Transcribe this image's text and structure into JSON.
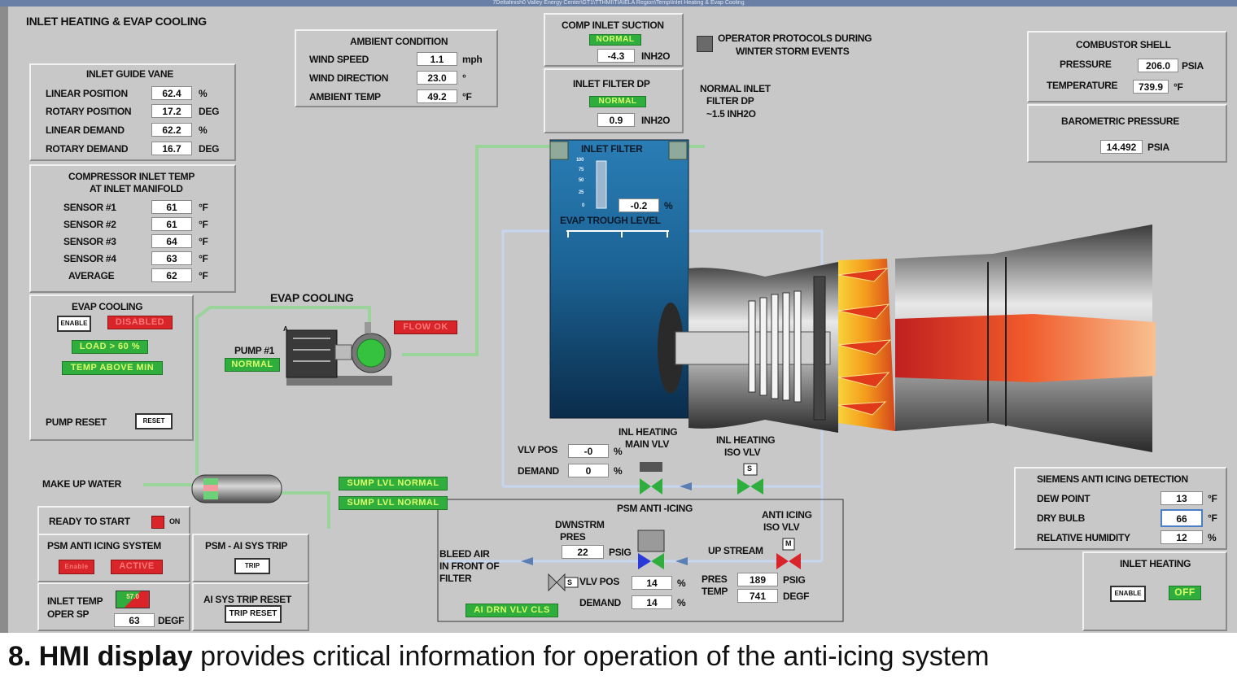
{
  "window": {
    "title": "7Deltafinish0 Valley Energy Center\\GT1\\TTHMI\\TIA\\ELA Region\\Temp\\Inlet Heating & Evap Cooling"
  },
  "header": {
    "title": "INLET HEATING & EVAP COOLING"
  },
  "inlet_guide_vane": {
    "title": "INLET GUIDE VANE",
    "rows": [
      {
        "label": "LINEAR POSITION",
        "value": "62.4",
        "unit": "%"
      },
      {
        "label": "ROTARY POSITION",
        "value": "17.2",
        "unit": "DEG"
      },
      {
        "label": "LINEAR DEMAND",
        "value": "62.2",
        "unit": "%"
      },
      {
        "label": "ROTARY DEMAND",
        "value": "16.7",
        "unit": "DEG"
      }
    ]
  },
  "compressor_inlet": {
    "title_line1": "COMPRESSOR INLET TEMP",
    "title_line2": "AT INLET MANIFOLD",
    "rows": [
      {
        "label": "SENSOR #1",
        "value": "61",
        "unit": "°F"
      },
      {
        "label": "SENSOR #2",
        "value": "61",
        "unit": "°F"
      },
      {
        "label": "SENSOR #3",
        "value": "64",
        "unit": "°F"
      },
      {
        "label": "SENSOR #4",
        "value": "63",
        "unit": "°F"
      },
      {
        "label": "AVERAGE",
        "value": "62",
        "unit": "°F"
      }
    ]
  },
  "ambient": {
    "title": "AMBIENT CONDITION",
    "rows": [
      {
        "label": "WIND SPEED",
        "value": "1.1",
        "unit": "mph"
      },
      {
        "label": "WIND DIRECTION",
        "value": "23.0",
        "unit": "°"
      },
      {
        "label": "AMBIENT TEMP",
        "value": "49.2",
        "unit": "°F"
      }
    ]
  },
  "comp_inlet_suction": {
    "title": "COMP INLET SUCTION",
    "status": "NORMAL",
    "value": "-4.3",
    "unit": "INH2O"
  },
  "inlet_filter_dp": {
    "title": "INLET FILTER DP",
    "status": "NORMAL",
    "value": "0.9",
    "unit": "INH2O"
  },
  "operator_protocols": {
    "line1": "OPERATOR PROTOCOLS DURING",
    "line2": "WINTER STORM EVENTS"
  },
  "normal_inlet": {
    "line1": "NORMAL INLET",
    "line2": "FILTER DP",
    "line3": "~1.5 INH2O"
  },
  "combustor_shell": {
    "title": "COMBUSTOR SHELL",
    "pressure_label": "PRESSURE",
    "pressure_value": "206.0",
    "pressure_unit": "PSIA",
    "temp_label": "TEMPERATURE",
    "temp_value": "739.9",
    "temp_unit": "°F"
  },
  "barometric": {
    "title": "BAROMETRIC PRESSURE",
    "value": "14.492",
    "unit": "PSIA"
  },
  "inlet_filter": {
    "title": "INLET FILTER",
    "scale": [
      "100",
      "75",
      "50",
      "25",
      "0"
    ],
    "trough_value": "-0.2",
    "trough_unit": "%",
    "trough_label": "EVAP TROUGH LEVEL"
  },
  "evap_cooling": {
    "title": "EVAP COOLING",
    "enable_label": "ENABLE",
    "disabled_label": "DISABLED",
    "load_label": "LOAD > 60 %",
    "temp_label": "TEMP ABOVE MIN",
    "pump_reset_label": "PUMP RESET",
    "reset_label": "RESET"
  },
  "evap_diagram": {
    "label": "EVAP COOLING",
    "pump_label": "PUMP #1",
    "pump_status": "NORMAL",
    "pump_tag": "A",
    "flow_status": "FLOW OK"
  },
  "makeup": {
    "label": "MAKE UP WATER",
    "sump1": "SUMP LVL NORMAL",
    "sump2": "SUMP LVL NORMAL"
  },
  "ready": {
    "label": "READY TO START",
    "on_label": "ON"
  },
  "psm_system": {
    "title": "PSM ANTI ICING SYSTEM",
    "enable_label": "Enable",
    "active_label": "ACTIVE"
  },
  "psm_trip": {
    "title": "PSM - AI SYS TRIP",
    "trip_label": "TRIP"
  },
  "inlet_temp_sp": {
    "line1": "INLET TEMP",
    "line2": "OPER SP",
    "bar_text": "57.0",
    "value": "63",
    "unit": "DEGF"
  },
  "ai_trip_reset": {
    "title": "AI SYS TRIP RESET",
    "button": "TRIP RESET"
  },
  "heating_valves": {
    "main_line1": "INL HEATING",
    "main_line2": "MAIN VLV",
    "iso_line1": "INL HEATING",
    "iso_line2": "ISO VLV",
    "vlv_pos_label": "VLV POS",
    "vlv_pos_value": "-0",
    "vlv_pos_unit": "%",
    "demand_label": "DEMAND",
    "demand_value": "0",
    "demand_unit": "%"
  },
  "psm_anti_icing": {
    "title": "PSM  ANTI -ICING",
    "dwnstrm_line1": "DWNSTRM",
    "dwnstrm_line2": "PRES",
    "dwnstrm_value": "22",
    "dwnstrm_unit": "PSIG",
    "bleed_line1": "BLEED AIR",
    "bleed_line2": "IN FRONT OF",
    "bleed_line3": "FILTER",
    "anti_iso_line1": "ANTI ICING",
    "anti_iso_line2": "ISO VLV",
    "upstream_label": "UP STREAM",
    "pres_label": "PRES",
    "temp_label": "TEMP",
    "pres_value": "189",
    "pres_unit": "PSIG",
    "temp_value": "741",
    "temp_unit": "DEGF",
    "vlv_pos_label": "VLV POS",
    "vlv_pos_value": "14",
    "vlv_pos_unit": "%",
    "demand_label": "DEMAND",
    "demand_value": "14",
    "demand_unit": "%",
    "drain_status": "AI DRN VLV CLS",
    "valve_m": "M",
    "valve_s": "S"
  },
  "siemens": {
    "title": "SIEMENS ANTI ICING DETECTION",
    "rows": [
      {
        "label": "DEW POINT",
        "value": "13",
        "unit": "°F"
      },
      {
        "label": "DRY BULB",
        "value": "66",
        "unit": "°F"
      },
      {
        "label": "RELATIVE HUMIDITY",
        "value": "12",
        "unit": "%"
      }
    ]
  },
  "inlet_heating": {
    "title": "INLET HEATING",
    "enable_label": "ENABLE",
    "status": "OFF"
  },
  "caption": {
    "bold": "8. HMI display",
    "rest": " provides critical information for operation of the anti-icing system"
  },
  "colors": {
    "background": "#c8c8c8",
    "normal_green": "#2fae3d",
    "alarm_red": "#d9242a",
    "pipe_green": "#9bd49b",
    "pipe_blue": "#c5d6ee"
  }
}
